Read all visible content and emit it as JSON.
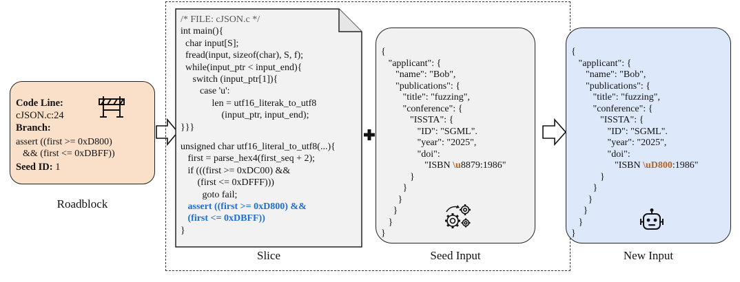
{
  "roadblock": {
    "code_line_label": "Code Line:",
    "code_line_value": "cJSON.c:24",
    "branch_label": "Branch:",
    "branch_line1": "assert ((first >= 0xD800)",
    "branch_line2": "&& (first <= 0xDBFF))",
    "seed_id_label": "Seed ID:",
    "seed_id_value": "1",
    "caption": "Roadblock",
    "icon": "roadblock-barrier-icon"
  },
  "slice": {
    "caption": "Slice",
    "code": [
      "/* FILE: cJSON.c */",
      "int main(){",
      "  char input[S];",
      "  fread(input, sizeof(char), S, f);",
      "  while(input_ptr < input_end){",
      "     switch (input_ptr[1]){",
      "        case 'u':",
      "             len = utf16_literak_to_utf8",
      "                 (input_ptr, input_end);",
      "}}}",
      "",
      "unsigned char utf16_literal_to_utf8(...){",
      "   first = parse_hex4(first_seq + 2);",
      "   if (((first >= 0xDC00) &&",
      "       (first <= 0xDFFF)))",
      "         goto fail;",
      "   assert ((first >= 0xD800) &&",
      "   (first <= 0xDBFF))",
      "}"
    ]
  },
  "seed": {
    "caption": "Seed Input",
    "icon": "gears-icon",
    "lines": [
      "{",
      "   \"applicant\": {",
      "      \"name\": \"Bob\",",
      "      \"publications\": {",
      "         \"title\": \"fuzzing\",",
      "         \"conference\": {",
      "            \"ISSTA\": {",
      "               \"ID\": \"SGML\".",
      "               \"year\": \"2025\",",
      "               \"doi\":",
      "                  \"ISBN ",
      "            }",
      "         }",
      "       }",
      "     }",
      "   }",
      "}"
    ],
    "doi_escape": "\\u",
    "doi_rest": "8879:1986\""
  },
  "new_input": {
    "caption": "New Input",
    "icon": "robot-icon",
    "lines": [
      "{",
      "   \"applicant\": {",
      "      \"name\": \"Bob\",",
      "      \"publications\": {",
      "         \"title\": \"fuzzing\",",
      "         \"conference\": {",
      "            \"ISSTA\": {",
      "               \"ID\": \"SGML\".",
      "               \"year\": \"2025\",",
      "               \"doi\":",
      "                  \"ISBN ",
      "            }",
      "         }",
      "       }",
      "     }",
      "   }",
      "}"
    ],
    "doi_escape": "\\uD800",
    "doi_rest": ":1986\""
  },
  "plus_icon": "plus-icon",
  "arrow_icon": "hollow-arrow-icon"
}
